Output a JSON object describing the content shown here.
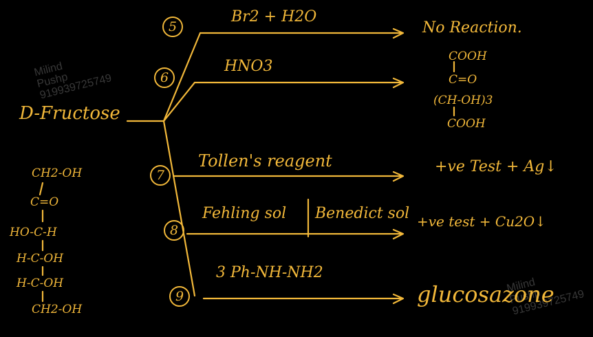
{
  "reactant": "D-Fructose",
  "watermark": {
    "name": "Milind",
    "surname": "Pushp",
    "phone": "919939725749"
  },
  "structure_fructose": [
    "CH2-OH",
    "C=O",
    "HO-C-H",
    "H-C-OH",
    "H-C-OH",
    "CH2-OH"
  ],
  "reactions": [
    {
      "number": "5",
      "reagent": "Br2 + H2O",
      "product": "No Reaction."
    },
    {
      "number": "6",
      "reagent": "HNO3",
      "product_lines": [
        "COOH",
        "C=O",
        "(CH-OH)3",
        "COOH"
      ]
    },
    {
      "number": "7",
      "reagent": "Tollen's reagent",
      "product": "+ve Test + Ag↓"
    },
    {
      "number": "8",
      "reagent_a": "Fehling sol",
      "reagent_b": "Benedict sol",
      "product": "+ve test + Cu2O↓"
    },
    {
      "number": "9",
      "reagent": "3 Ph-NH-NH2",
      "product": "glucosazone"
    }
  ],
  "colors": {
    "ink": "#f2b83a",
    "background": "#000000",
    "watermark": "#7a7a7a"
  }
}
